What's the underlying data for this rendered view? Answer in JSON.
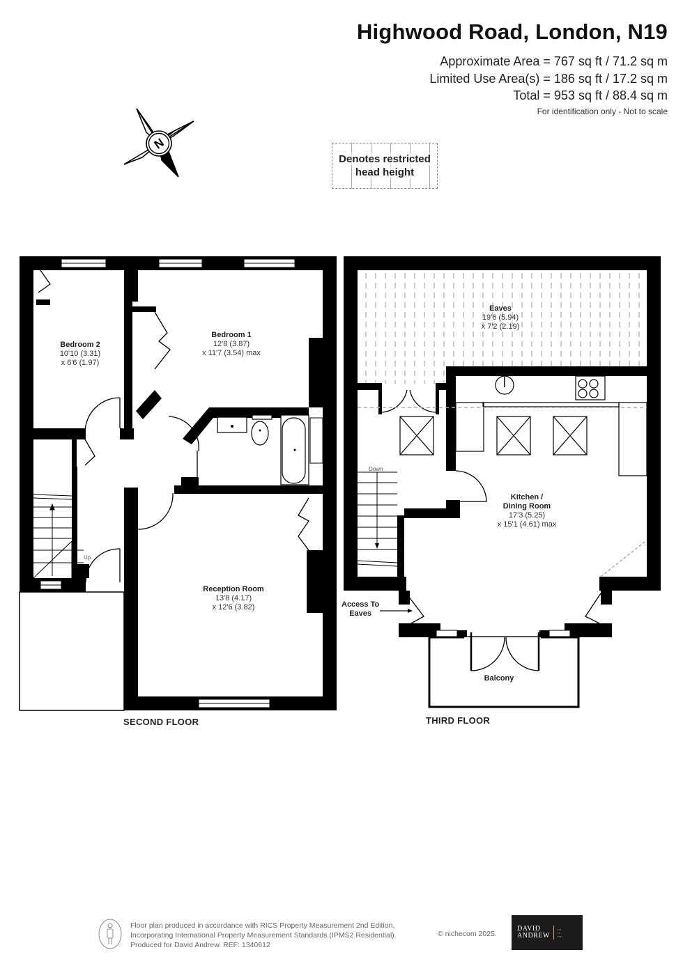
{
  "header": {
    "title": "Highwood Road, London, N19",
    "approximate_area": "Approximate Area = 767 sq ft / 71.2 sq m",
    "limited_use_area": "Limited Use Area(s) = 186 sq ft / 17.2 sq m",
    "total_area": "Total = 953 sq ft / 88.4 sq m",
    "disclaimer": "For identification only - Not to scale"
  },
  "compass": {
    "label": "N",
    "icon": "north-compass-icon"
  },
  "legend": {
    "line1": "Denotes restricted",
    "line2": "head height"
  },
  "second_floor": {
    "label": "SECOND FLOOR",
    "rooms": [
      {
        "name": "Bedroom 2",
        "dim1": "10'10 (3.31)",
        "dim2": "x 6'6 (1.97)"
      },
      {
        "name": "Bedroom 1",
        "dim1": "12'8 (3.87)",
        "dim2": "x 11'7 (3.54) max"
      },
      {
        "name": "Reception Room",
        "dim1": "13'8 (4.17)",
        "dim2": "x  12'6 (3.82)"
      }
    ],
    "stair_label": "Up"
  },
  "third_floor": {
    "label": "THIRD FLOOR",
    "rooms": [
      {
        "name": "Eaves",
        "dim1": "19'6 (5.94)",
        "dim2": "x 7'2 (2.19)"
      },
      {
        "name_line1": "Kitchen /",
        "name_line2": "Dining Room",
        "dim1": "17'3 (5.25)",
        "dim2": "x 15'1 (4.61) max"
      },
      {
        "name": "Balcony"
      }
    ],
    "stair_label": "Down",
    "access_label_line1": "Access To",
    "access_label_line2": "Eaves"
  },
  "footer": {
    "line1": "Floor plan produced in accordance with RICS Property Measurement 2nd Edition,",
    "line2": "Incorporating International Property Measurement Standards (IPMS2 Residential).",
    "line3": "Produced for David Andrew.   REF:  1340612",
    "copyright": "© nichecom 2025.",
    "brand_line1": "DAVID",
    "brand_line2": "ANDREW",
    "brand_accent": "#c8a44a"
  }
}
